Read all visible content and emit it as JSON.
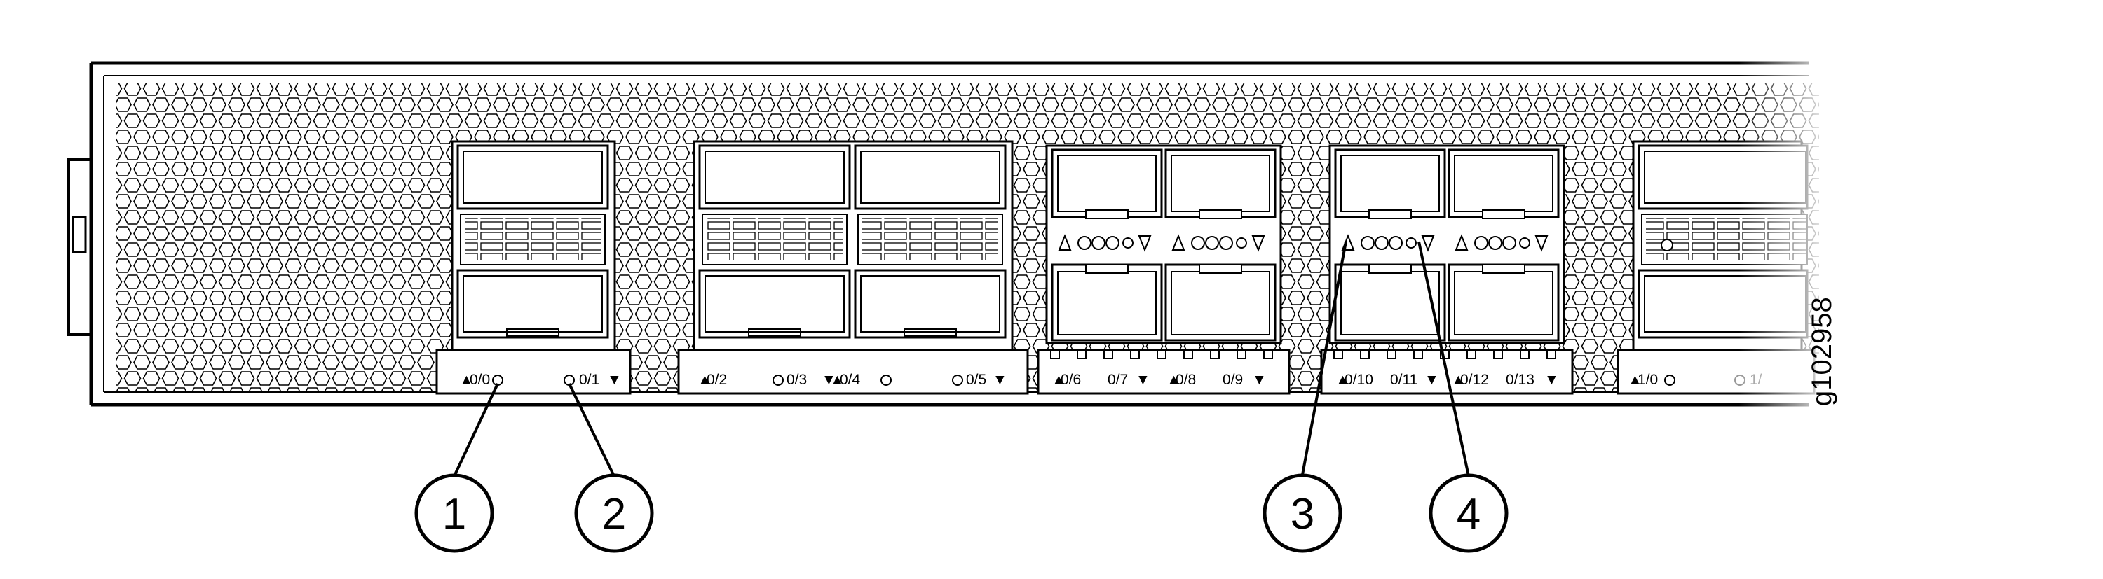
{
  "figure_id": "g102958",
  "port_labels": [
    "0/0",
    "0/1",
    "0/2",
    "0/3",
    "0/4",
    "0/5",
    "0/6",
    "0/7",
    "0/8",
    "0/9",
    "0/10",
    "0/11",
    "0/12",
    "0/13",
    "1/0",
    "1/"
  ],
  "callouts": [
    "1",
    "2",
    "3",
    "4"
  ],
  "colors": {
    "line": "#000000",
    "background": "#ffffff",
    "fade": "#ffffff"
  }
}
